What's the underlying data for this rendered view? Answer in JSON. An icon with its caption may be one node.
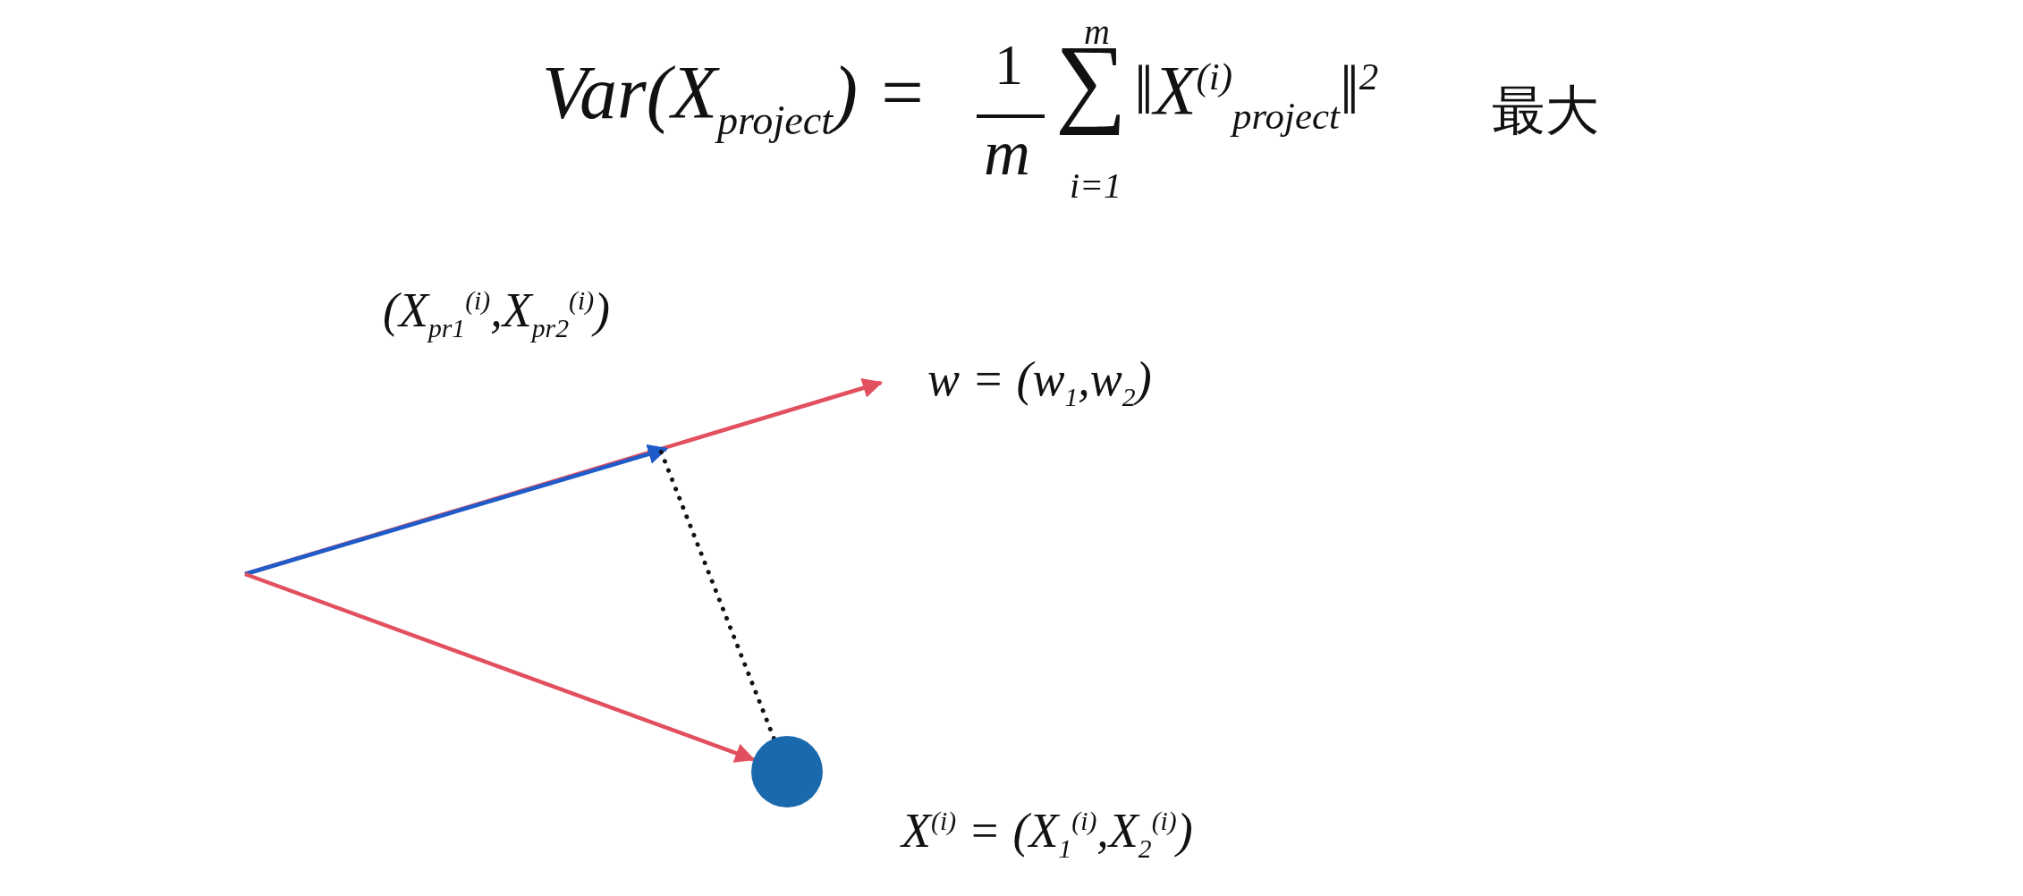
{
  "diagram": {
    "nodes": [
      {
        "text": [],
        "shape": "circle",
        "beside": [
          "X$^{(i)}$ = (X$_{1}$$^{(i)}$,X$_{2}$$^{(i)}$)"
        ]
      },
      {
        "text": [
          "w = (w$_{1}$,w$_{2}$)"
        ]
      },
      {
        "text": [
          "(X$_{pr1}$$^{(i)}$,X$_{pr2}$$^{(i)}$)"
        ]
      }
    ],
    "edges": [
      {
        "from": null,
        "to": 1,
        "arrow": "to",
        "color": "#e2505f"
      },
      {
        "from": null,
        "to": 2,
        "arrow": "to",
        "color": "#1f5cc9"
      },
      {
        "from": null,
        "to": 0,
        "arrow": "to",
        "color": "#e2505f"
      },
      {
        "from": 0,
        "to": 2,
        "arrow": "none",
        "style": "dashed",
        "color": "#111111"
      }
    ],
    "labels": [
      "Var(X$_{project}$) =",
      "1",
      "m",
      "∑",
      "m",
      "i=1",
      "‖X$^{(i)}$$_{project}$‖$^{2}$",
      "最大"
    ]
  }
}
